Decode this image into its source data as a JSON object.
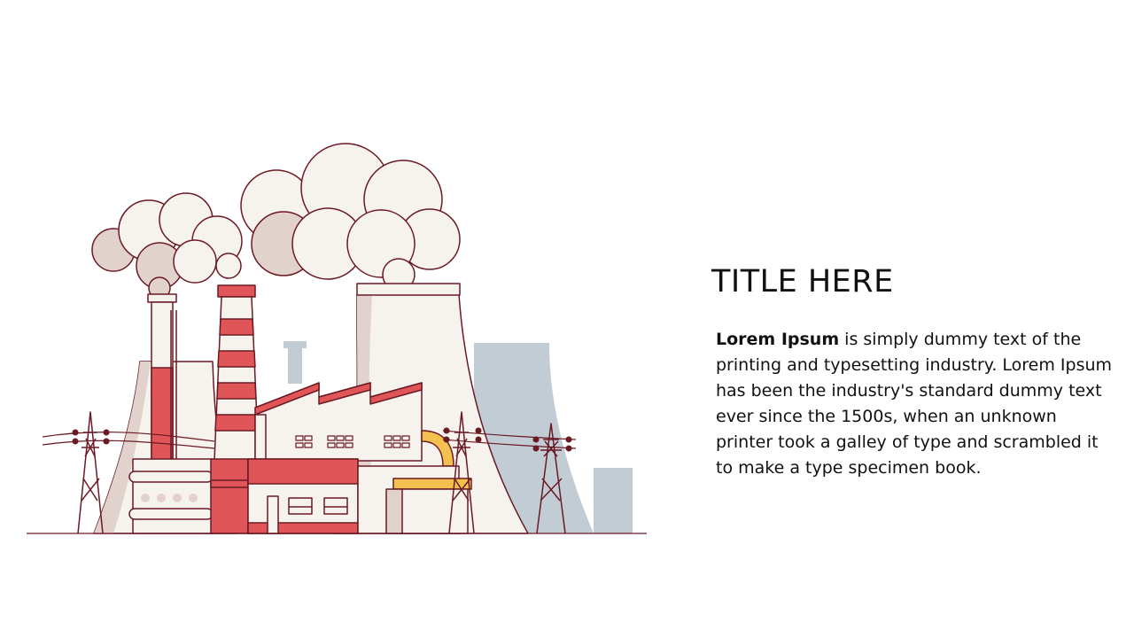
{
  "slide": {
    "title": "TITLE HERE",
    "body_bold": "Lorem Ipsum",
    "body_text": " is simply dummy text of the printing and typesetting industry. Lorem Ipsum has been the industry's standard dummy text ever since the 1500s, when an unknown printer took a galley of type and scrambled it to make a type specimen book."
  },
  "illustration": {
    "subject": "power-plant-icon",
    "colors": {
      "outline": "#6b1a24",
      "red": "#e05558",
      "cream": "#f6f2ee",
      "smoke_shadow": "#e2d2cd",
      "background_shapes": "#c2ccd5",
      "pipe": "#f3c14f"
    }
  }
}
